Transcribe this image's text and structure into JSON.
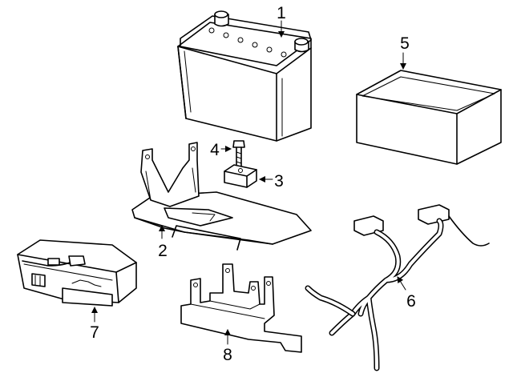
{
  "callouts": [
    {
      "id": 1,
      "label": "1",
      "part": "battery"
    },
    {
      "id": 2,
      "label": "2",
      "part": "battery-tray"
    },
    {
      "id": 3,
      "label": "3",
      "part": "hold-down-clamp"
    },
    {
      "id": 4,
      "label": "4",
      "part": "bolt"
    },
    {
      "id": 5,
      "label": "5",
      "part": "insulator-box"
    },
    {
      "id": 6,
      "label": "6",
      "part": "wiring-harness"
    },
    {
      "id": 7,
      "label": "7",
      "part": "fuse-box"
    },
    {
      "id": 8,
      "label": "8",
      "part": "mounting-bracket"
    }
  ]
}
